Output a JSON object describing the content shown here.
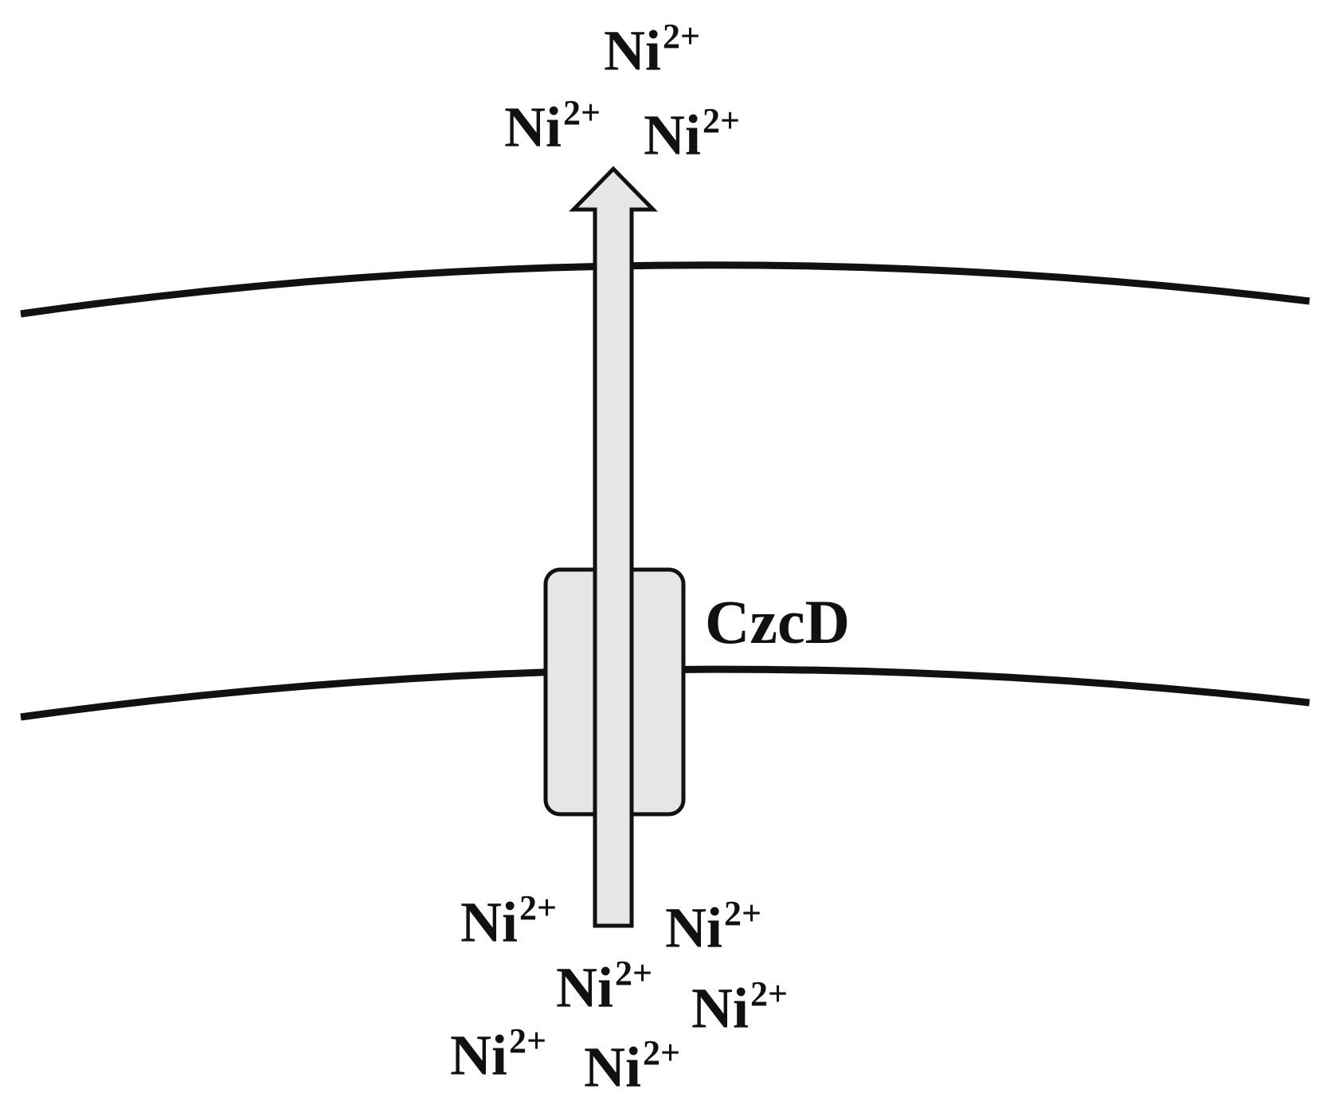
{
  "protein": {
    "label": "CzcD"
  },
  "ions_outside": [
    {
      "symbol": "Ni",
      "charge": "2+"
    },
    {
      "symbol": "Ni",
      "charge": "2+"
    },
    {
      "symbol": "Ni",
      "charge": "2+"
    }
  ],
  "ions_inside": [
    {
      "symbol": "Ni",
      "charge": "2+"
    },
    {
      "symbol": "Ni",
      "charge": "2+"
    },
    {
      "symbol": "Ni",
      "charge": "2+"
    },
    {
      "symbol": "Ni",
      "charge": "2+"
    },
    {
      "symbol": "Ni",
      "charge": "2+"
    },
    {
      "symbol": "Ni",
      "charge": "2+"
    }
  ],
  "colors": {
    "fill": "#e6e6e6",
    "stroke": "#111111",
    "background": "#ffffff"
  }
}
